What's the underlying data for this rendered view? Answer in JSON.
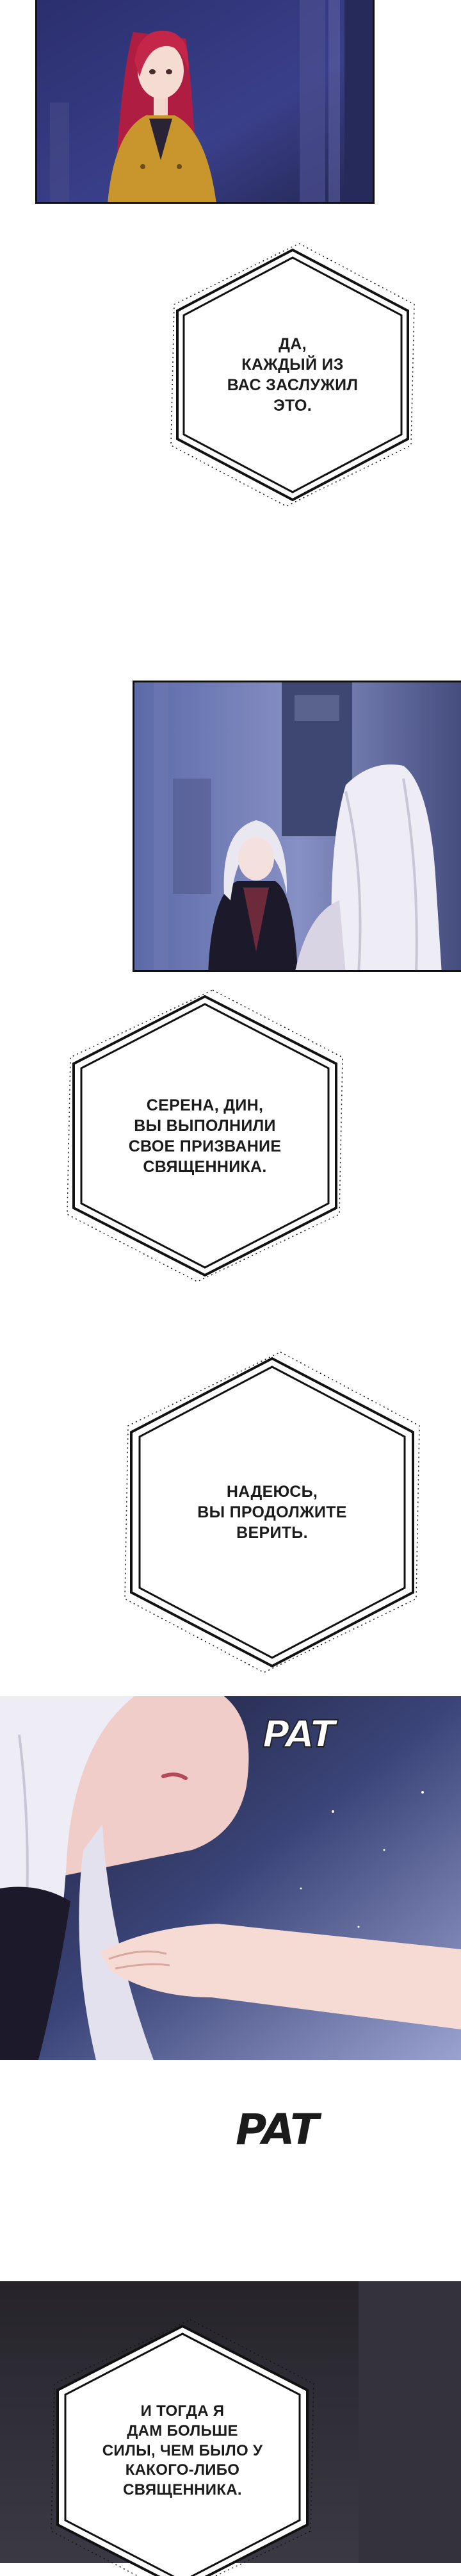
{
  "bubbles": {
    "b1": "ДА,\nКАЖДЫЙ ИЗ\nВАС ЗАСЛУЖИЛ\nЭТО.",
    "b2": "СЕРЕНА, ДИН,\nВЫ ВЫПОЛНИЛИ\nСВОЕ ПРИЗВАНИЕ\nСВЯЩЕННИКА.",
    "b3": "НАДЕЮСЬ,\nВЫ ПРОДОЛЖИТЕ\nВЕРИТЬ.",
    "b4": "И ТОГДА Я\nДАМ БОЛЬШЕ\nСИЛЫ, ЧЕМ БЫЛО У\nКАКОГО-ЛИБО\nСВЯЩЕННИКА."
  },
  "sfx": {
    "pat1": "PAT",
    "pat2": "PAT"
  },
  "colors": {
    "night_blue": "#3a3f8a",
    "hair_red": "#c4264a",
    "coat_mustard": "#c8962c",
    "hair_silver": "#e9e7f0",
    "dark_robe": "#1c1a2a"
  }
}
